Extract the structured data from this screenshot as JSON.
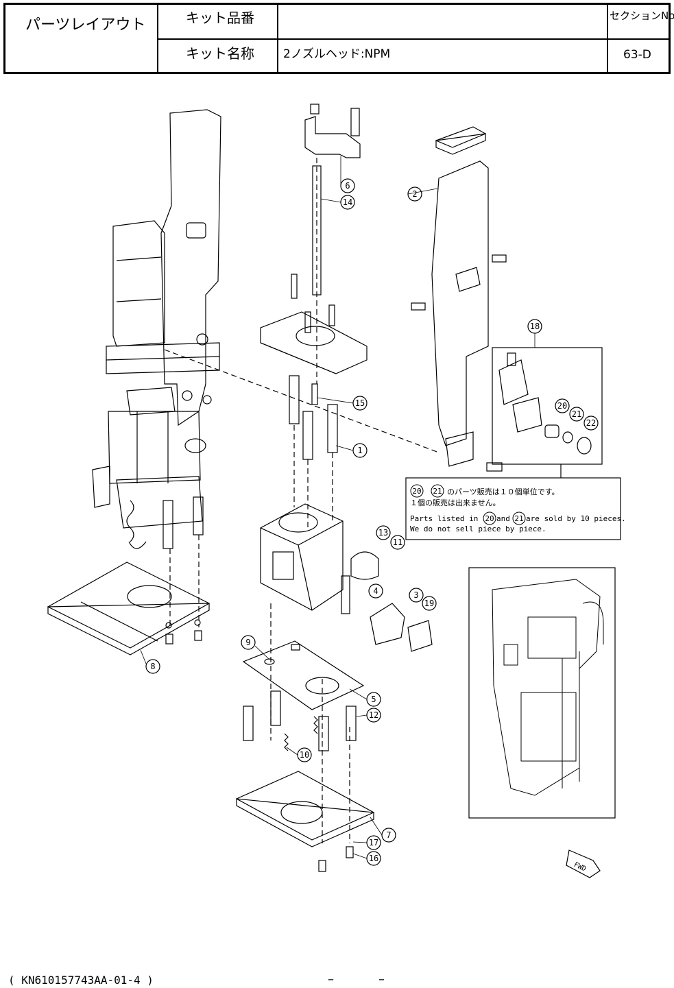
{
  "header": {
    "section_title": "パーツレイアウト",
    "kit_number_label": "キット品番",
    "kit_number_value": "",
    "kit_name_label": "キット名称",
    "kit_name_value": "2ノズルヘッド:NPM",
    "section_no_label": "セクションNo.",
    "section_no_value": "63-D"
  },
  "callouts": [
    "1",
    "2",
    "3",
    "4",
    "5",
    "6",
    "7",
    "8",
    "9",
    "10",
    "11",
    "12",
    "13",
    "14",
    "15",
    "16",
    "17",
    "18",
    "19",
    "20",
    "21",
    "22"
  ],
  "note": {
    "ja_line1_suffix": "のパーツ販売は１０個単位です。",
    "ja_line2": "１個の販売は出来ません。",
    "en_line1_prefix": "Parts listed in",
    "en_line1_mid": "and",
    "en_line1_suffix": "are sold by 10 pieces.",
    "en_line2": "We do not sell piece by piece.",
    "ref_a": "20",
    "ref_b": "21"
  },
  "fwd_label": "FWD",
  "footer": {
    "doc_code": "( KN610157743AA-01-4 )",
    "page_dash_left": "–",
    "page_dash_right": "–"
  }
}
